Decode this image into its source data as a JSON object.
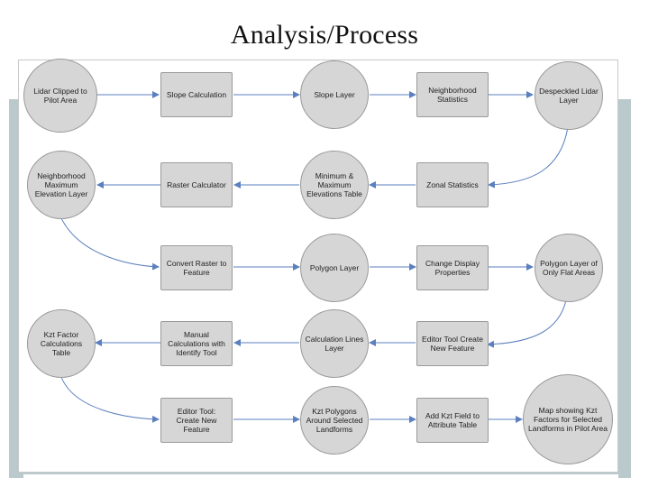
{
  "title": "Analysis/Process",
  "nodes": {
    "lidar_clipped": "Lidar Clipped to Pilot Area",
    "slope_calc": "Slope Calculation",
    "slope_layer": "Slope Layer",
    "neighborhood_stats": "Neighborhood Statistics",
    "despeckled": "Despeckled Lidar Layer",
    "neighborhood_max": "Neighborhood Maximum Elevation Layer",
    "raster_calc": "Raster Calculator",
    "min_max_table": "Minimum & Maximum Elevations Table",
    "zonal_stats": "Zonal Statistics",
    "convert_raster": "Convert Raster to Feature",
    "polygon_layer": "Polygon Layer",
    "change_display": "Change Display Properties",
    "polygon_flat": "Polygon Layer of Only Flat Areas",
    "kzt_table": "Kzt Factor Calculations Table",
    "manual_calc": "Manual Calculations with Identify Tool",
    "calc_lines": "Calculation Lines Layer",
    "editor_line": "Editor Tool Create New Feature",
    "editor_poly": "Editor Tool: Create New Feature",
    "kzt_polygons": "Kzt Polygons Around Selected Landforms",
    "add_kzt_field": "Add Kzt Field to Attribute Table",
    "map_showing": "Map showing Kzt Factors for Selected Landforms in Pilot Area"
  }
}
